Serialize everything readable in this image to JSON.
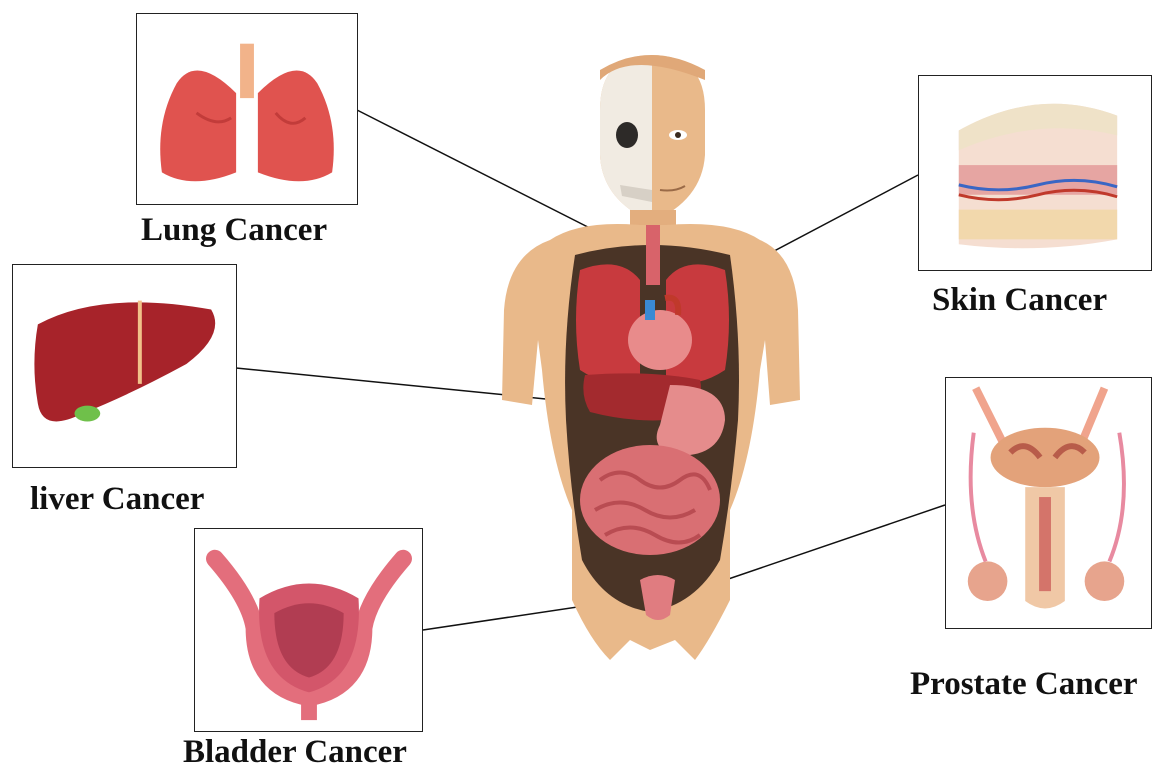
{
  "labels": {
    "lung": "Lung Cancer",
    "skin": "Skin Cancer",
    "liver": "liver Cancer",
    "bladder": "Bladder Cancer",
    "prostate": "Prostate Cancer"
  },
  "colors": {
    "skin_tone": "#e9b98a",
    "organ_red": "#c83a3e",
    "cavity": "#4a3426",
    "line": "#111111"
  }
}
